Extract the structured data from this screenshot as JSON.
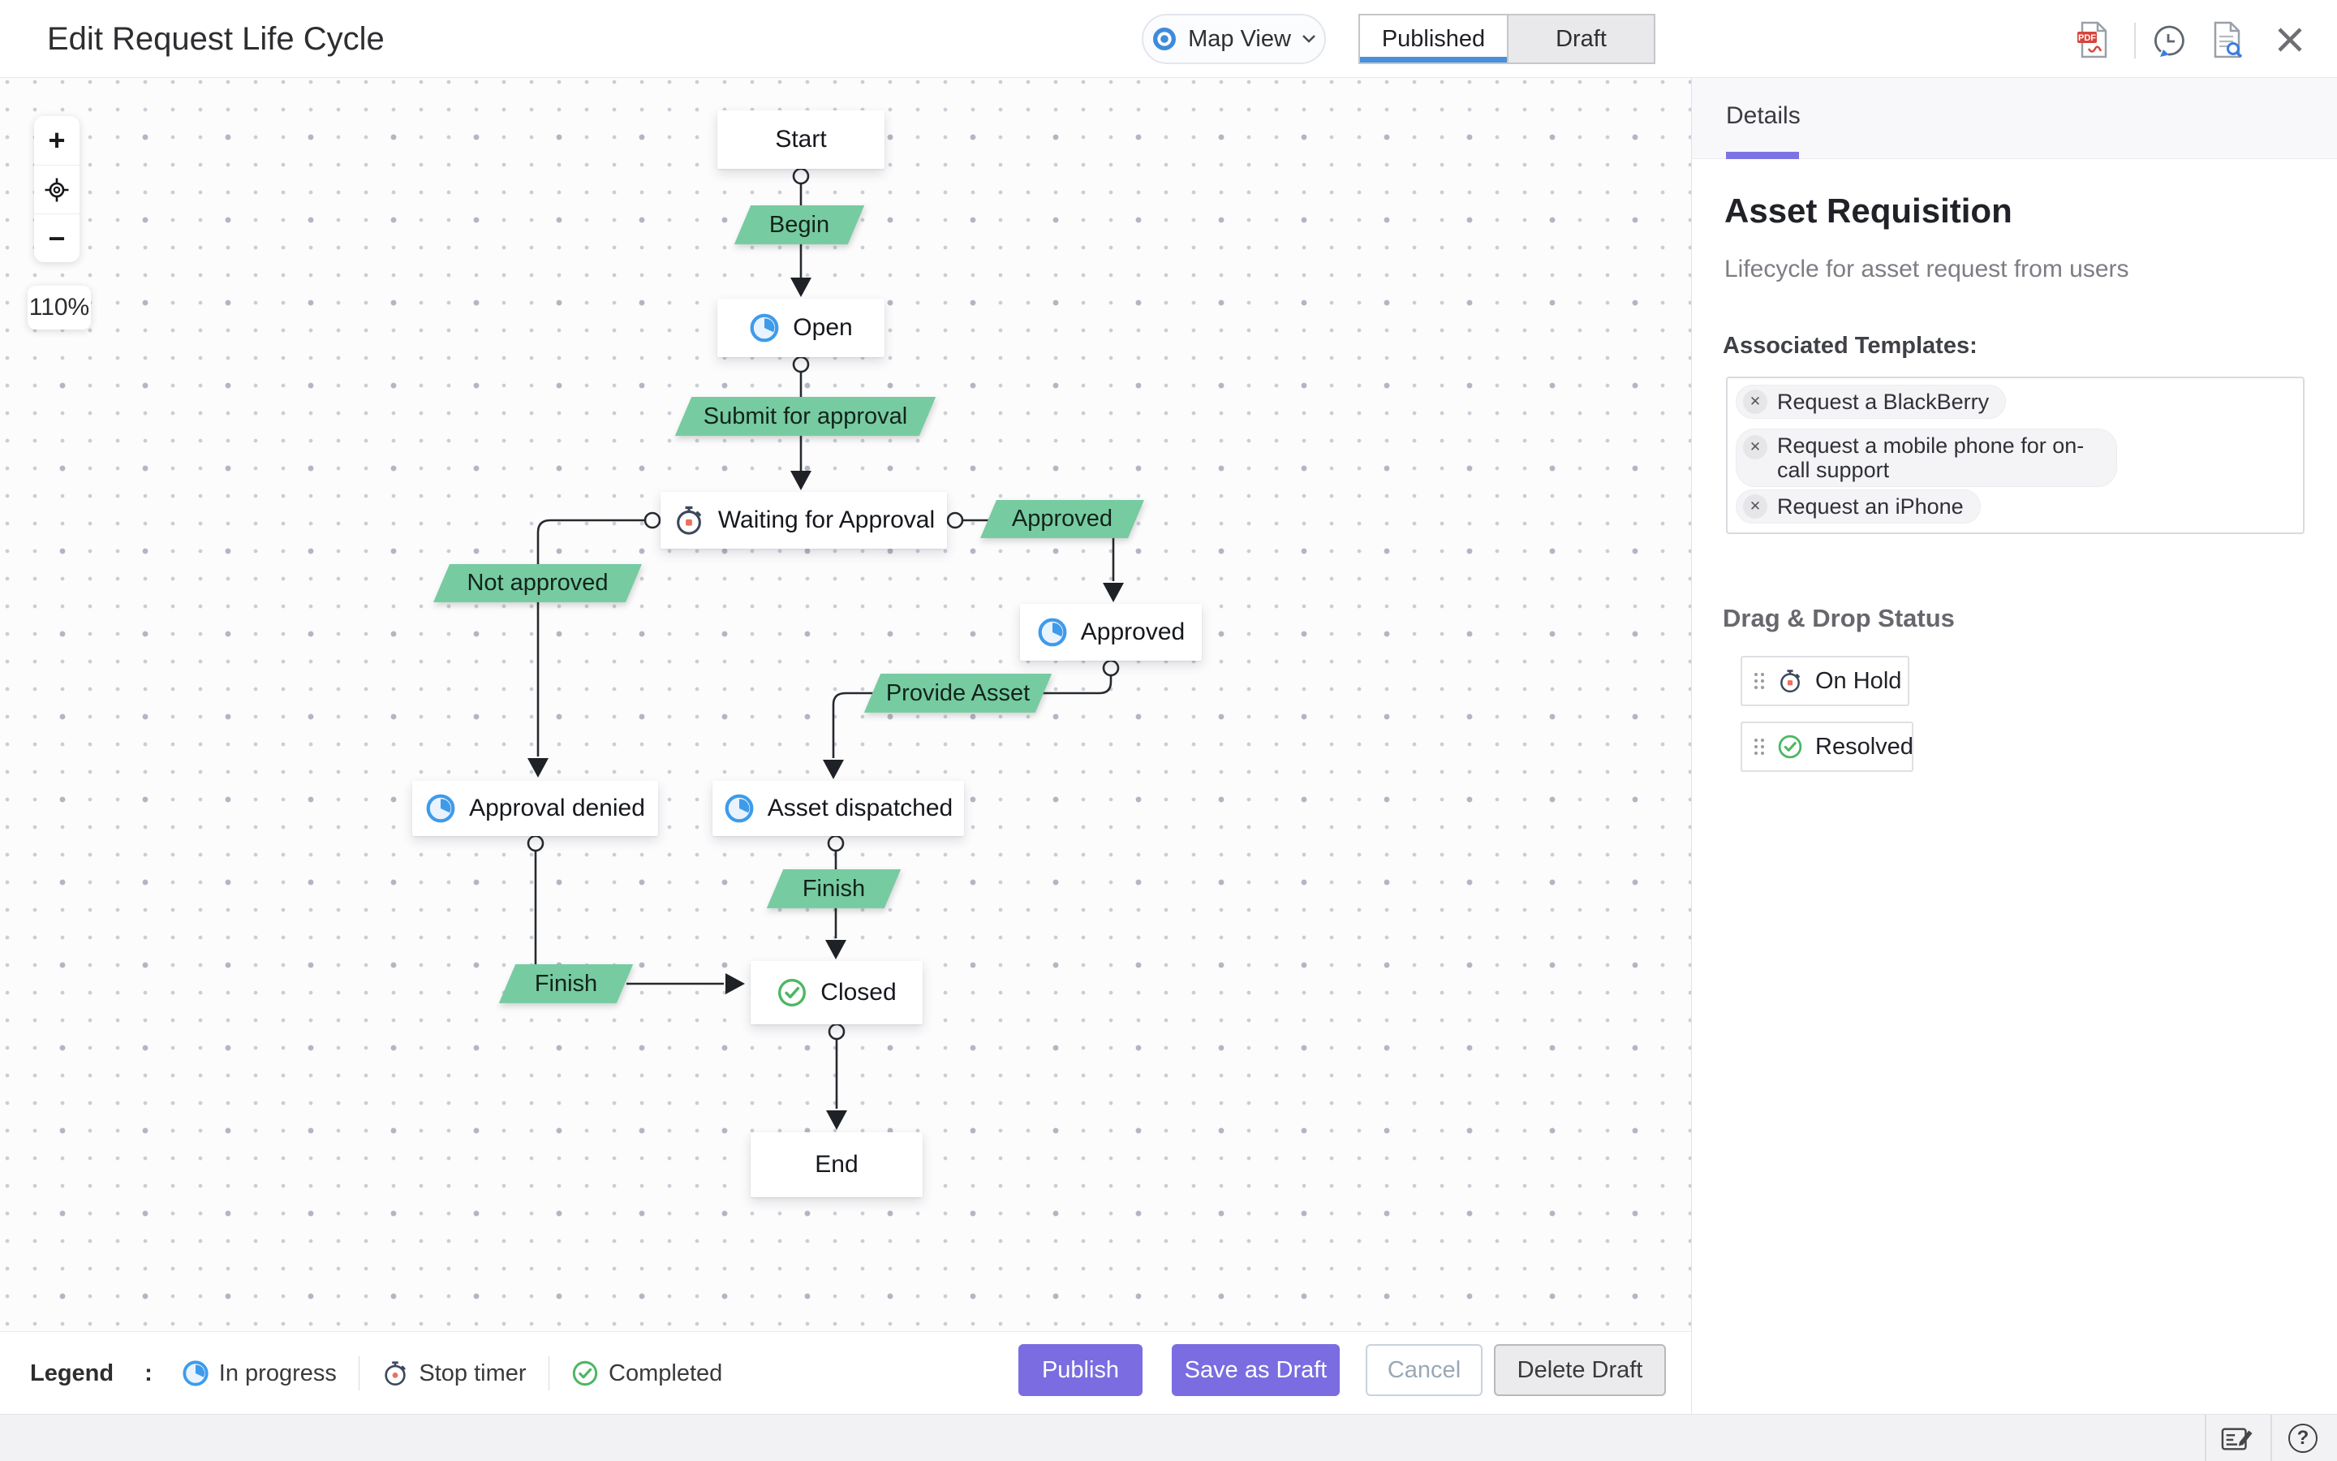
{
  "header": {
    "title": "Edit Request Life Cycle",
    "view_selector": {
      "label": "Map View",
      "icon": "eye-icon"
    },
    "tabs": [
      {
        "label": "Published",
        "active": true
      },
      {
        "label": "Draft",
        "active": false
      }
    ],
    "icons": [
      "export-pdf-icon",
      "history-icon",
      "preview-document-icon",
      "close-icon"
    ]
  },
  "canvas": {
    "zoom_controls": {
      "zoom_in": "+",
      "zoom_out": "−",
      "zoom_level": "110%",
      "center_icon": "crosshair-icon"
    },
    "nodes": [
      {
        "id": "start",
        "label": "Start",
        "type": "terminal"
      },
      {
        "id": "begin",
        "label": "Begin",
        "type": "transition"
      },
      {
        "id": "open",
        "label": "Open",
        "type": "status",
        "icon": "in-progress"
      },
      {
        "id": "submit-for-approval",
        "label": "Submit for approval",
        "type": "transition"
      },
      {
        "id": "waiting-for-approval",
        "label": "Waiting for Approval",
        "type": "status",
        "icon": "stop-timer"
      },
      {
        "id": "approved-transition",
        "label": "Approved",
        "type": "transition"
      },
      {
        "id": "not-approved",
        "label": "Not approved",
        "type": "transition"
      },
      {
        "id": "approved",
        "label": "Approved",
        "type": "status",
        "icon": "in-progress"
      },
      {
        "id": "provide-asset",
        "label": "Provide Asset",
        "type": "transition"
      },
      {
        "id": "approval-denied",
        "label": "Approval denied",
        "type": "status",
        "icon": "in-progress"
      },
      {
        "id": "asset-dispatched",
        "label": "Asset dispatched",
        "type": "status",
        "icon": "in-progress"
      },
      {
        "id": "finish-right",
        "label": "Finish",
        "type": "transition"
      },
      {
        "id": "finish-left",
        "label": "Finish",
        "type": "transition"
      },
      {
        "id": "closed",
        "label": "Closed",
        "type": "status",
        "icon": "completed"
      },
      {
        "id": "end",
        "label": "End",
        "type": "terminal"
      }
    ]
  },
  "legend": {
    "title": "Legend",
    "colon": ":",
    "items": [
      {
        "icon": "in-progress",
        "label": "In progress"
      },
      {
        "icon": "stop-timer",
        "label": "Stop timer"
      },
      {
        "icon": "completed",
        "label": "Completed"
      }
    ]
  },
  "actions": {
    "publish": "Publish",
    "save_draft": "Save as Draft",
    "cancel": "Cancel",
    "delete_draft": "Delete Draft"
  },
  "details_panel": {
    "tab": "Details",
    "title": "Asset Requisition",
    "description": "Lifecycle for asset request from users",
    "associated_templates_label": "Associated Templates:",
    "templates": [
      "Request a BlackBerry",
      "Request a mobile phone for on-call support",
      "Request an iPhone"
    ],
    "drag_drop_label": "Drag & Drop Status",
    "statuses": [
      {
        "icon": "stop-timer",
        "label": "On Hold"
      },
      {
        "icon": "completed",
        "label": "Resolved"
      }
    ]
  },
  "glyphs": {
    "remove": "✕",
    "help": "?"
  },
  "colors": {
    "accent_purple": "#7b6ce1",
    "tab_underline_purple": "#7d74e3",
    "published_underline_blue": "#4a8fd9",
    "transition_green": "#77cba1",
    "in_progress_blue": "#3e9bea",
    "completed_green": "#4db764",
    "stop_timer_red": "#ee6f5f"
  }
}
